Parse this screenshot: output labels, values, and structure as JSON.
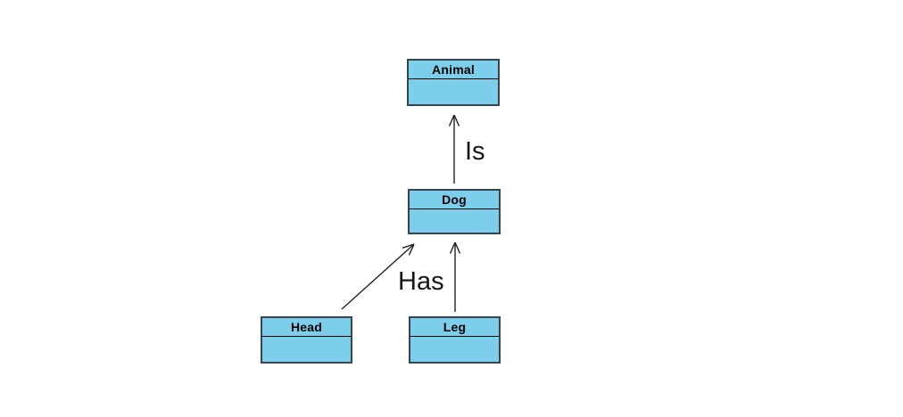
{
  "diagram": {
    "nodes": [
      {
        "id": "animal",
        "label": "Animal"
      },
      {
        "id": "dog",
        "label": "Dog"
      },
      {
        "id": "head",
        "label": "Head"
      },
      {
        "id": "leg",
        "label": "Leg"
      }
    ],
    "edges": [
      {
        "from": "Dog",
        "to": "Animal",
        "label": "Is"
      },
      {
        "from": "Head",
        "to": "Dog",
        "label": "Has"
      },
      {
        "from": "Leg",
        "to": "Dog",
        "label": ""
      }
    ],
    "colors": {
      "node_fill": "#7dceeb",
      "node_border": "#36454f",
      "title_divider": "#000000",
      "arrow": "#222222",
      "label_text": "#141414",
      "background": "#ffffff"
    }
  }
}
